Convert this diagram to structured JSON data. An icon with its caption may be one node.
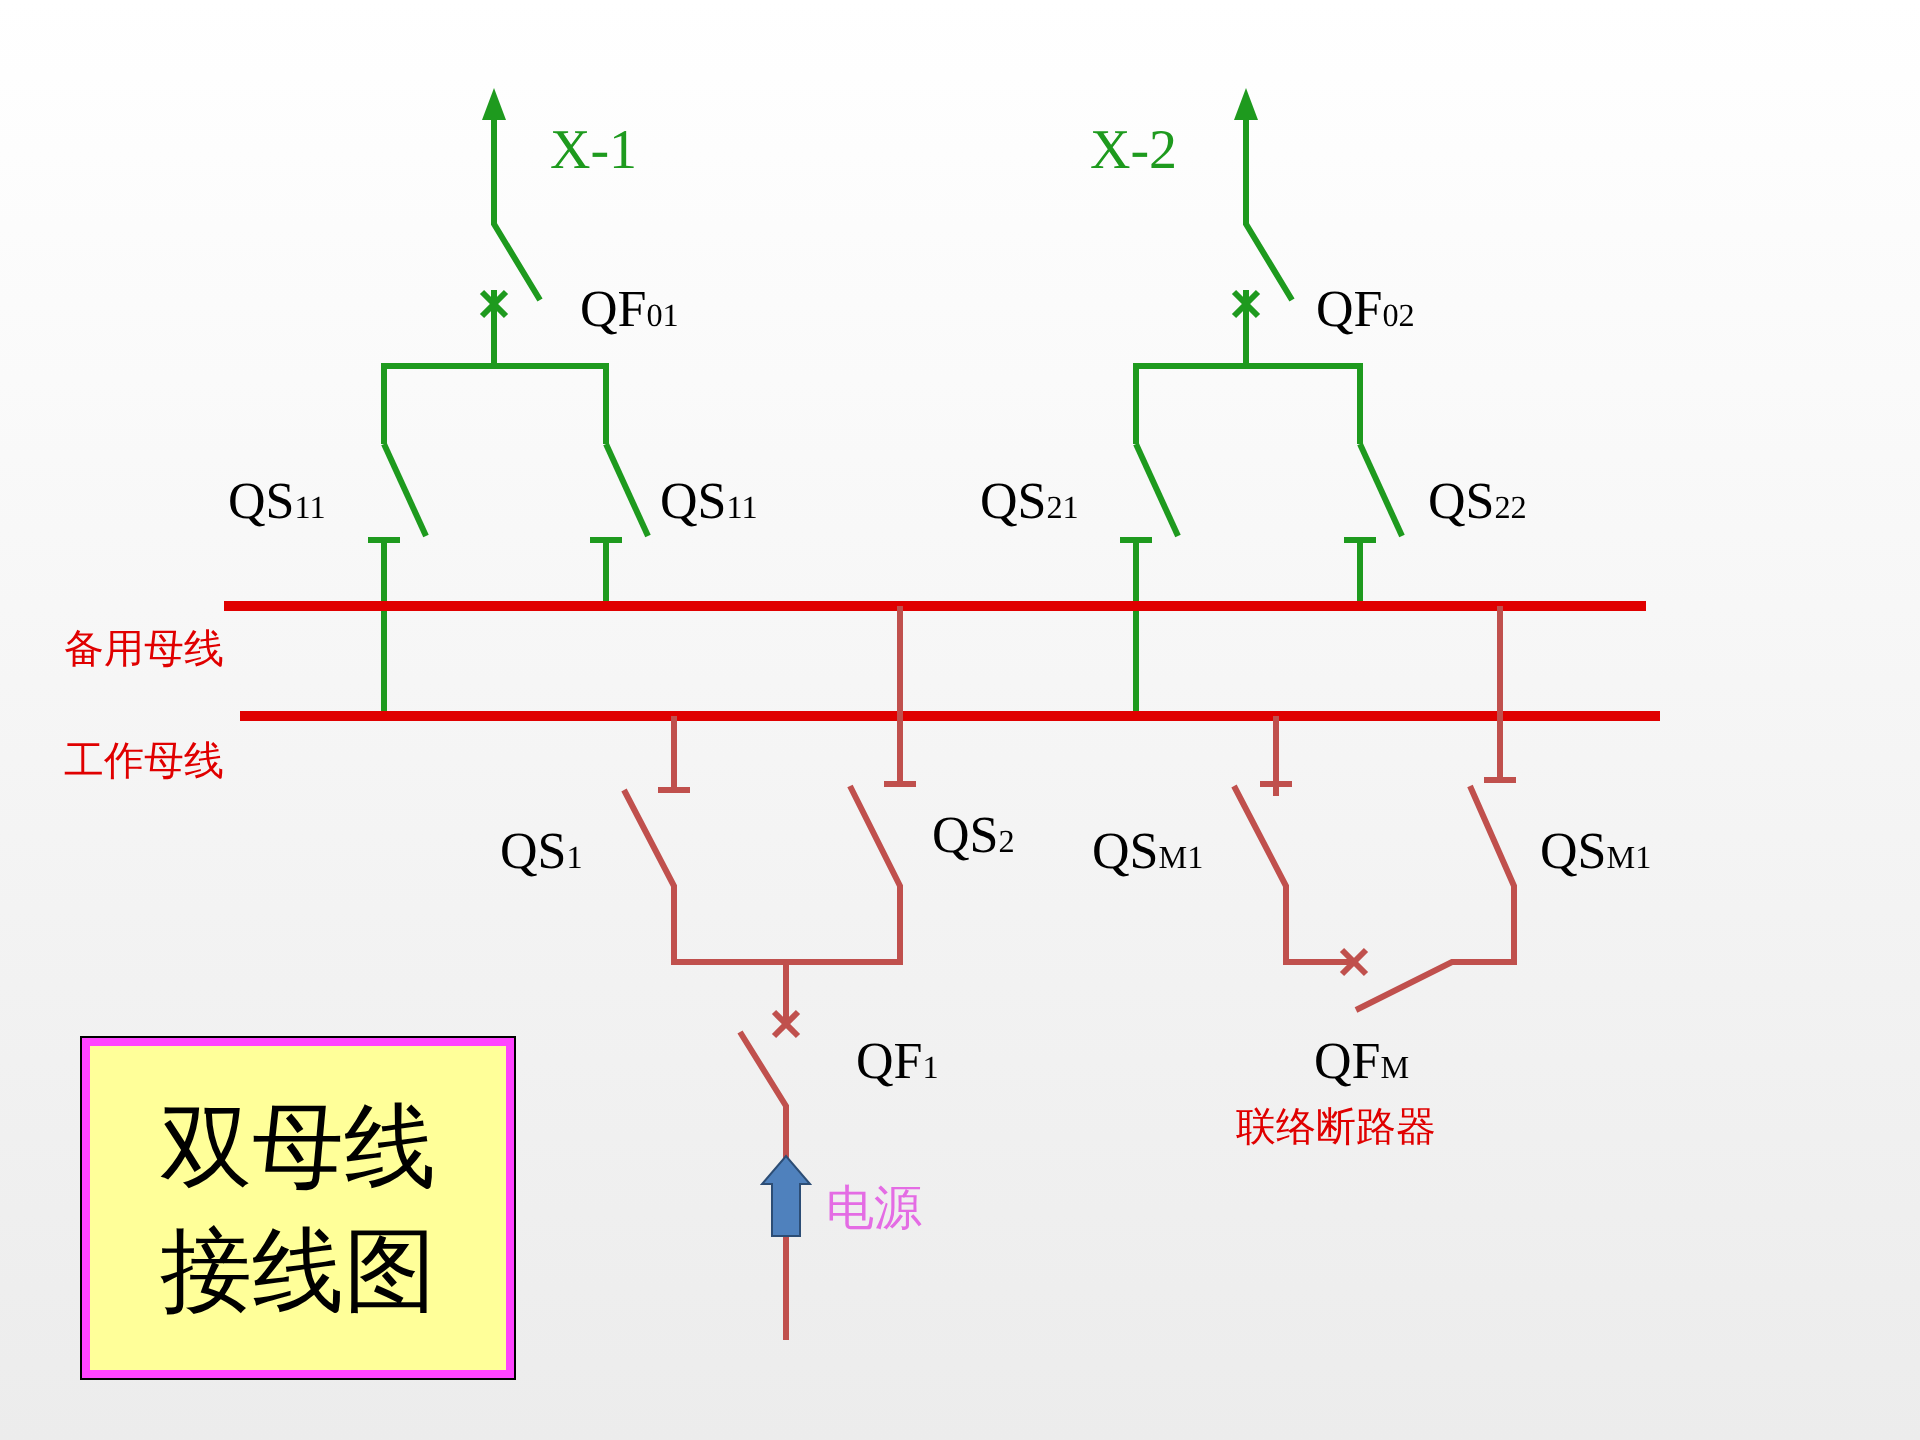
{
  "diagram": {
    "nodes": [
      {
        "text": [
          "双母线接线图"
        ]
      }
    ],
    "labels": [
      "X-1",
      "X-2",
      "QF$_{01}$",
      "QF$_{02}$",
      "QS$_{11}$",
      "QS$_{11}$",
      "QS$_{21}$",
      "QS$_{22}$",
      "备用母线",
      "工作母线",
      "QS$_{1}$",
      "QS$_{2}$",
      "QS$_{M1}$",
      "QS$_{M1}$",
      "QF$_{1}$",
      "QF$_{M}$",
      "联络断路器",
      "电源"
    ]
  }
}
